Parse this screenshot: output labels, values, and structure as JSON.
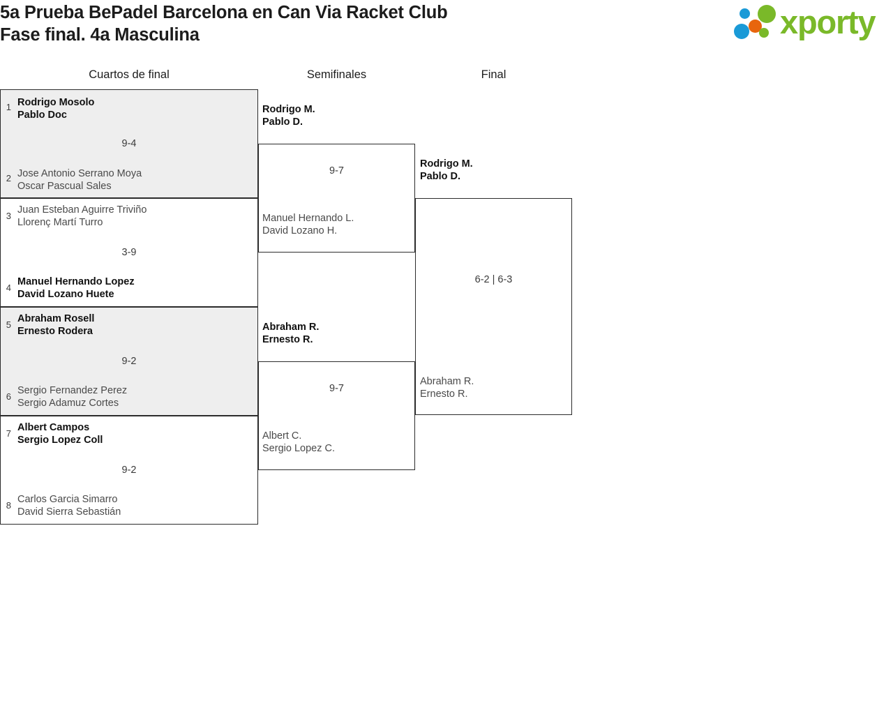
{
  "header": {
    "title_line1": "5a Prueba BePadel Barcelona en Can Via Racket Club",
    "title_line2": "Fase final. 4a Masculina",
    "logo_text": "xporty",
    "logo_colors": {
      "blue": "#1a9ad7",
      "orange": "#e8650d",
      "green": "#7ab929"
    }
  },
  "rounds": [
    {
      "label": "Cuartos de final"
    },
    {
      "label": "Semifinales"
    },
    {
      "label": "Final"
    }
  ],
  "quarterfinals": [
    {
      "seed_top": "1",
      "top_p1": "Rodrigo Mosolo",
      "top_p2": "Pablo Doc",
      "seed_bottom": "2",
      "bottom_p1": "Jose Antonio Serrano Moya",
      "bottom_p2": "Oscar Pascual Sales",
      "score": "9-4"
    },
    {
      "seed_top": "3",
      "top_p1": "Juan Esteban Aguirre Triviño",
      "top_p2": "Llorenç Martí Turro",
      "seed_bottom": "4",
      "bottom_p1": "Manuel Hernando Lopez",
      "bottom_p2": "David Lozano Huete",
      "score": "3-9"
    },
    {
      "seed_top": "5",
      "top_p1": "Abraham Rosell",
      "top_p2": "Ernesto Rodera",
      "seed_bottom": "6",
      "bottom_p1": "Sergio Fernandez Perez",
      "bottom_p2": "Sergio Adamuz Cortes",
      "score": "9-2"
    },
    {
      "seed_top": "7",
      "top_p1": "Albert Campos",
      "top_p2": "Sergio Lopez Coll",
      "seed_bottom": "8",
      "bottom_p1": "Carlos Garcia Simarro",
      "bottom_p2": "David Sierra Sebastián",
      "score": "9-2"
    }
  ],
  "semifinals": [
    {
      "top_p1": "Rodrigo M.",
      "top_p2": "Pablo D.",
      "bottom_p1": "Manuel Hernando L.",
      "bottom_p2": "David Lozano H.",
      "score": "9-7"
    },
    {
      "top_p1": "Abraham R.",
      "top_p2": "Ernesto R.",
      "bottom_p1": "Albert C.",
      "bottom_p2": "Sergio Lopez C.",
      "score": "9-7"
    }
  ],
  "final": {
    "top_p1": "Rodrigo M.",
    "top_p2": "Pablo D.",
    "bottom_p1": "Abraham R.",
    "bottom_p2": "Ernesto R.",
    "score": "6-2 | 6-3"
  }
}
